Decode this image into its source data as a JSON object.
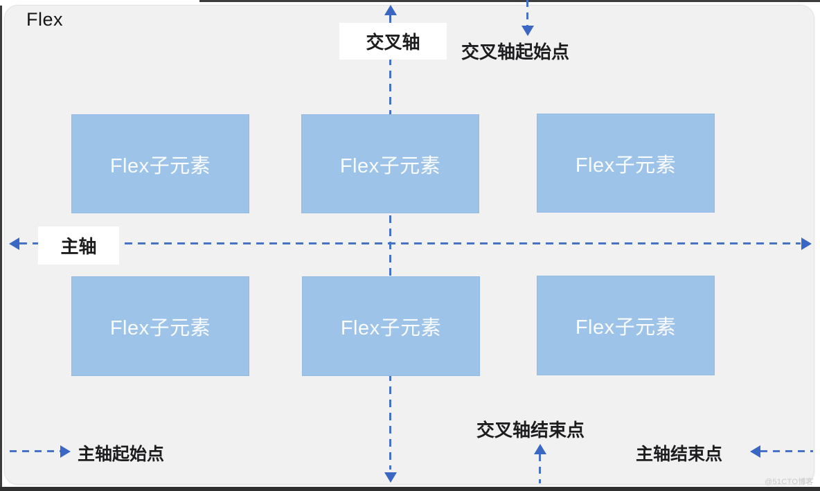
{
  "title": "Flex",
  "boxes": [
    {
      "label": "Flex子元素"
    },
    {
      "label": "Flex子元素"
    },
    {
      "label": "Flex子元素"
    },
    {
      "label": "Flex子元素"
    },
    {
      "label": "Flex子元素"
    },
    {
      "label": "Flex子元素"
    }
  ],
  "main_axis": {
    "label": "主轴",
    "start_label": "主轴起始点",
    "end_label": "主轴结束点"
  },
  "cross_axis": {
    "label": "交叉轴",
    "start_label": "交叉轴起始点",
    "end_label": "交叉轴结束点"
  },
  "watermark": "@51CTO博客",
  "colors": {
    "axis_blue": "#4472C4",
    "dash_blue": "#4673C8",
    "box_fill": "#9DC3E8",
    "box_text": "#FBFCFE",
    "panel_bg": "#F1F1F2",
    "label_bg": "#FFFFFF"
  }
}
